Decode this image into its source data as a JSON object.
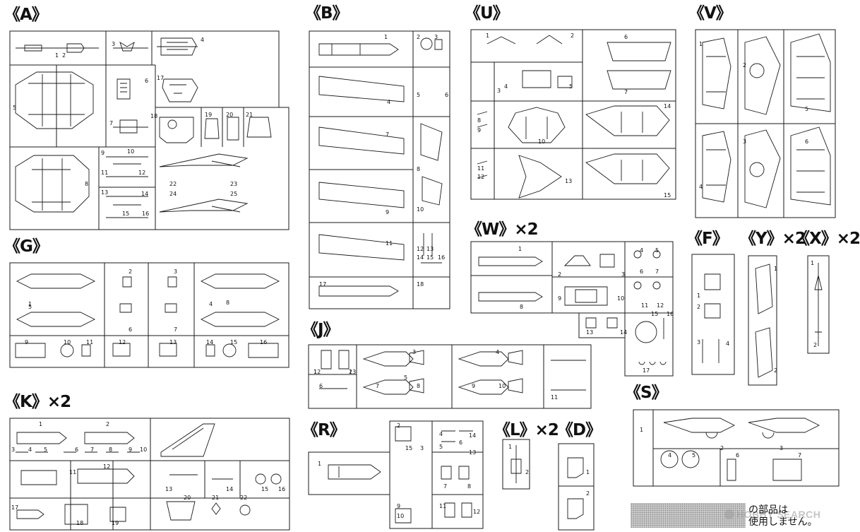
{
  "sprue_labels": {
    "A": "《A》",
    "B": "《B》",
    "U": "《U》",
    "V": "《V》",
    "G": "《G》",
    "W": "《W》×2",
    "F": "《F》",
    "Y": "《Y》×2",
    "X": "《X》×2",
    "J": "《J》",
    "K": "《K》×2",
    "R": "《R》",
    "L": "《L》×2",
    "D": "《D》",
    "S": "《S》"
  },
  "legend": {
    "line1": "の部品は",
    "line2": "使用しません。"
  },
  "watermark": "HOBBY SEARCH",
  "colors": {
    "line": "#1a1a1a",
    "unused_fill": "#c9c9c9",
    "watermark": "#969696"
  },
  "part_numbers": {
    "A": [
      "1",
      "2",
      "3",
      "4",
      "5",
      "6",
      "17",
      "7",
      "18",
      "19",
      "20",
      "21",
      "8",
      "9",
      "10",
      "11",
      "12",
      "13",
      "14",
      "15",
      "16",
      "22",
      "23",
      "24",
      "25"
    ],
    "B": [
      "1",
      "2",
      "3",
      "4",
      "5",
      "6",
      "7",
      "8",
      "9",
      "10",
      "11",
      "12",
      "13",
      "14",
      "15",
      "16",
      "17",
      "18"
    ],
    "U": [
      "1",
      "2",
      "3",
      "4",
      "5",
      "6",
      "7",
      "8",
      "9",
      "10",
      "11",
      "12",
      "13",
      "14",
      "15"
    ],
    "V": [
      "1",
      "2",
      "3",
      "4",
      "5",
      "6"
    ],
    "G": [
      "1",
      "2",
      "3",
      "4",
      "5",
      "6",
      "7",
      "8",
      "9",
      "10",
      "11",
      "12",
      "13",
      "14",
      "15",
      "16"
    ],
    "W": [
      "1",
      "2",
      "3",
      "4",
      "5",
      "6",
      "7",
      "8",
      "9",
      "10",
      "11",
      "12",
      "13",
      "14",
      "15",
      "16",
      "17"
    ],
    "F": [
      "1",
      "2",
      "3",
      "4"
    ],
    "Y": [
      "1",
      "2"
    ],
    "X": [
      "1",
      "2"
    ],
    "J": [
      "1",
      "2",
      "3",
      "4",
      "5",
      "6",
      "7",
      "8",
      "9",
      "10",
      "11",
      "12",
      "13"
    ],
    "K": [
      "1",
      "2",
      "3",
      "4",
      "5",
      "6",
      "7",
      "8",
      "9",
      "10",
      "11",
      "12",
      "13",
      "14",
      "15",
      "16",
      "17",
      "18",
      "19",
      "20",
      "21",
      "22"
    ],
    "R": [
      "1",
      "2",
      "3",
      "4",
      "5",
      "6",
      "7",
      "8",
      "9",
      "10",
      "11",
      "12",
      "13",
      "14",
      "15"
    ],
    "L": [
      "1",
      "2"
    ],
    "D": [
      "1",
      "2"
    ],
    "S": [
      "1",
      "2",
      "3",
      "4",
      "5",
      "6",
      "7"
    ]
  }
}
